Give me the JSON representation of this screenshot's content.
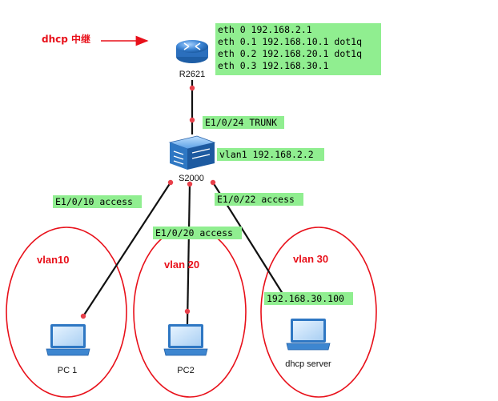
{
  "relay_note": "dhcp 中继",
  "router": {
    "name": "R2621",
    "config": [
      "eth 0 192.168.2.1",
      "eth 0.1 192.168.10.1 dot1q",
      "eth 0.2 192.168.20.1 dot1q",
      "eth 0.3 192.168.30.1"
    ]
  },
  "switch": {
    "name": "S2000",
    "vlan1": "vlan1 192.168.2.2"
  },
  "ports": {
    "uplink": "E1/0/24 TRUNK",
    "pc1": "E1/0/10 access",
    "pc2": "E1/0/20 access",
    "server": "E1/0/22 access"
  },
  "vlans": {
    "v10": "vlan10",
    "v20": "vlan 20",
    "v30": "vlan 30"
  },
  "hosts": {
    "pc1": "PC 1",
    "pc2": "PC2",
    "server": "dhcp server",
    "server_ip": "192.168.30.100"
  },
  "colors": {
    "label_bg": "#90ee90",
    "accent_red": "#e8101a",
    "link": "#111111",
    "device_blue": "#2e77c3"
  }
}
